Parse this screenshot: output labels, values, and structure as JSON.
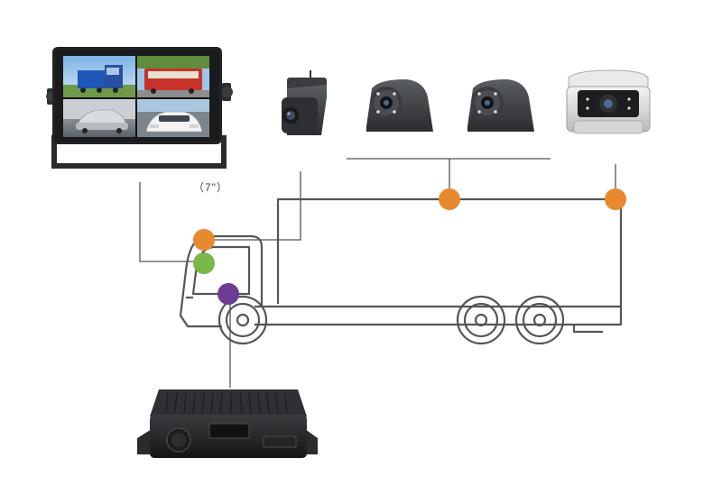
{
  "monitor": {
    "size_label": "（7\"）",
    "quad_views": [
      "blue-truck",
      "red-bus",
      "silver-car",
      "white-car"
    ]
  },
  "cameras": [
    "dome-mini-camera",
    "side-mount-camera",
    "side-mount-camera",
    "rear-view-camera"
  ],
  "connector_colors": {
    "orange": "#e8892f",
    "green": "#7ab648",
    "purple": "#6b3d96"
  },
  "line_color": "#555555",
  "device": "mobile-dvr"
}
